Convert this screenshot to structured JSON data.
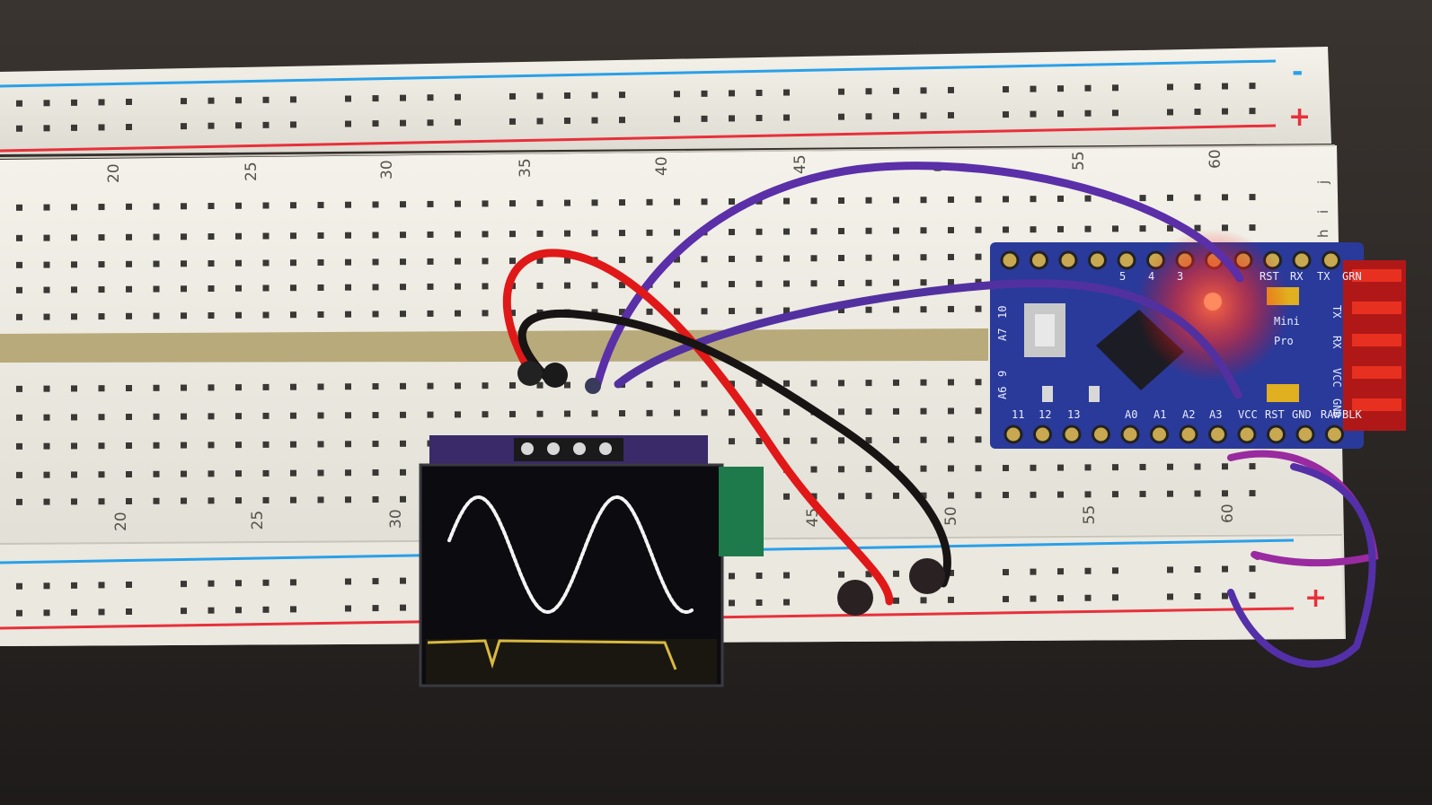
{
  "breadboard": {
    "top_rail": {
      "minus_label": "-",
      "plus_label": "+"
    },
    "bottom_rail": {
      "plus_label": "+"
    },
    "top_column_numbers": [
      "20",
      "25",
      "30",
      "35",
      "40",
      "45",
      "0",
      "55",
      "60"
    ],
    "bottom_column_numbers": [
      "20",
      "25",
      "30",
      "45",
      "50",
      "55",
      "60"
    ],
    "row_letters_top": [
      "j",
      "i",
      "h"
    ]
  },
  "arduino_pro_mini": {
    "header_labels_top": [
      "5",
      "4",
      "3",
      "RST",
      "RX",
      "TX",
      "GRN"
    ],
    "header_labels_bottom": [
      "11",
      "12",
      "13",
      "A0",
      "A1",
      "A2",
      "A3",
      "VCC",
      "RST",
      "GND",
      "RAW",
      "BLK"
    ],
    "side_labels": [
      "10",
      "A7",
      "9",
      "A6"
    ],
    "edge_labels": [
      "TX",
      "RX",
      "VCC",
      "GND"
    ],
    "board_text": [
      "Mini",
      "Pro"
    ]
  },
  "oled_display": {
    "waveform": "sine",
    "cycles": 1.75
  },
  "colors": {
    "board": "#f1efe8",
    "rail_blue": "#2aa0e8",
    "rail_red": "#e8303a",
    "wire_red": "#e01818",
    "wire_black": "#181414",
    "wire_purple": "#5a2fa8",
    "pcb_blue": "#2a3a9a",
    "led_red": "#ff3b2e"
  }
}
